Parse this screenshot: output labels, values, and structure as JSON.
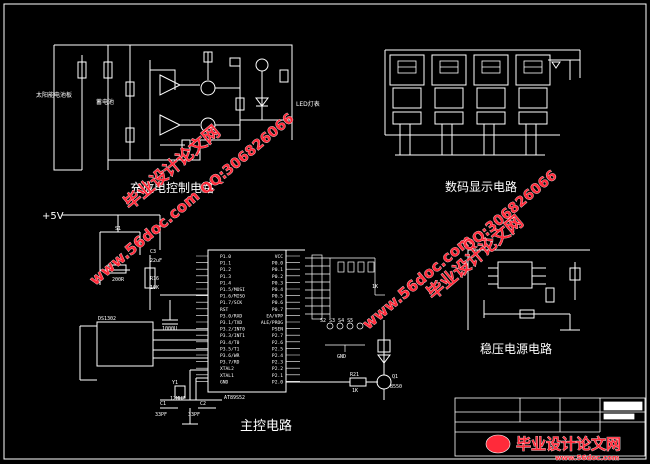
{
  "labels": {
    "charge_circuit": "充放电控制电路",
    "display_circuit": "数码显示电路",
    "main_circuit": "主控电路",
    "regulator_circuit": "稳压电源电路",
    "vcc": "+5V",
    "solar_panel": "太阳能电池板",
    "battery": "蓄电池",
    "led_light": "LED灯表",
    "mcu": "AT89S52"
  },
  "mcu_left_pins": [
    "P1.0",
    "P1.1",
    "P1.2",
    "P1.3",
    "P1.4",
    "P1.5/MOSI",
    "P1.6/MISO",
    "P1.7/SCK",
    "RST",
    "P3.0/RXD",
    "P3.1/TXD",
    "P3.2/INT0",
    "P3.3/INT1",
    "P3.4/T0",
    "P3.5/T1",
    "P3.6/WR",
    "P3.7/RD",
    "XTAL2",
    "XTAL1",
    "GND"
  ],
  "mcu_right_pins": [
    "VCC",
    "P0.0",
    "P0.1",
    "P0.2",
    "P0.3",
    "P0.4",
    "P0.5",
    "P0.6",
    "P0.7",
    "EA/VPP",
    "ALE/PROG",
    "PSEN",
    "P2.7",
    "P2.6",
    "P2.5",
    "P2.4",
    "P2.3",
    "P2.2",
    "P2.1",
    "P2.0"
  ],
  "component_labels": {
    "s1": "S1",
    "c3": "C3",
    "c3_val": "22uF",
    "r16": "R16",
    "r16_val": "10K",
    "r_200": "200R",
    "c4_val": "1000U",
    "ds": "DS1302",
    "y1": "Y1",
    "y1_val": "12MHZ",
    "c1": "C1",
    "c1_val": "33PF",
    "c2": "C2",
    "c2_val": "33PF",
    "r21": "R21",
    "r21_val": "1K",
    "q1": "Q1",
    "q1_val": "8550",
    "sw_labels": "S2 S3 S4 S5",
    "gnd": "GND",
    "r_1k": "1K"
  },
  "watermarks": {
    "site": "www.56doc.com",
    "brand": "毕业设计论文网",
    "qq": "QQ:306826066",
    "footer_brand": "毕业设计论文网",
    "footer_site": "www.56doc.com"
  },
  "colors": {
    "background": "#000000",
    "line": "#ffffff",
    "watermark_red": "#ff2a3a"
  }
}
